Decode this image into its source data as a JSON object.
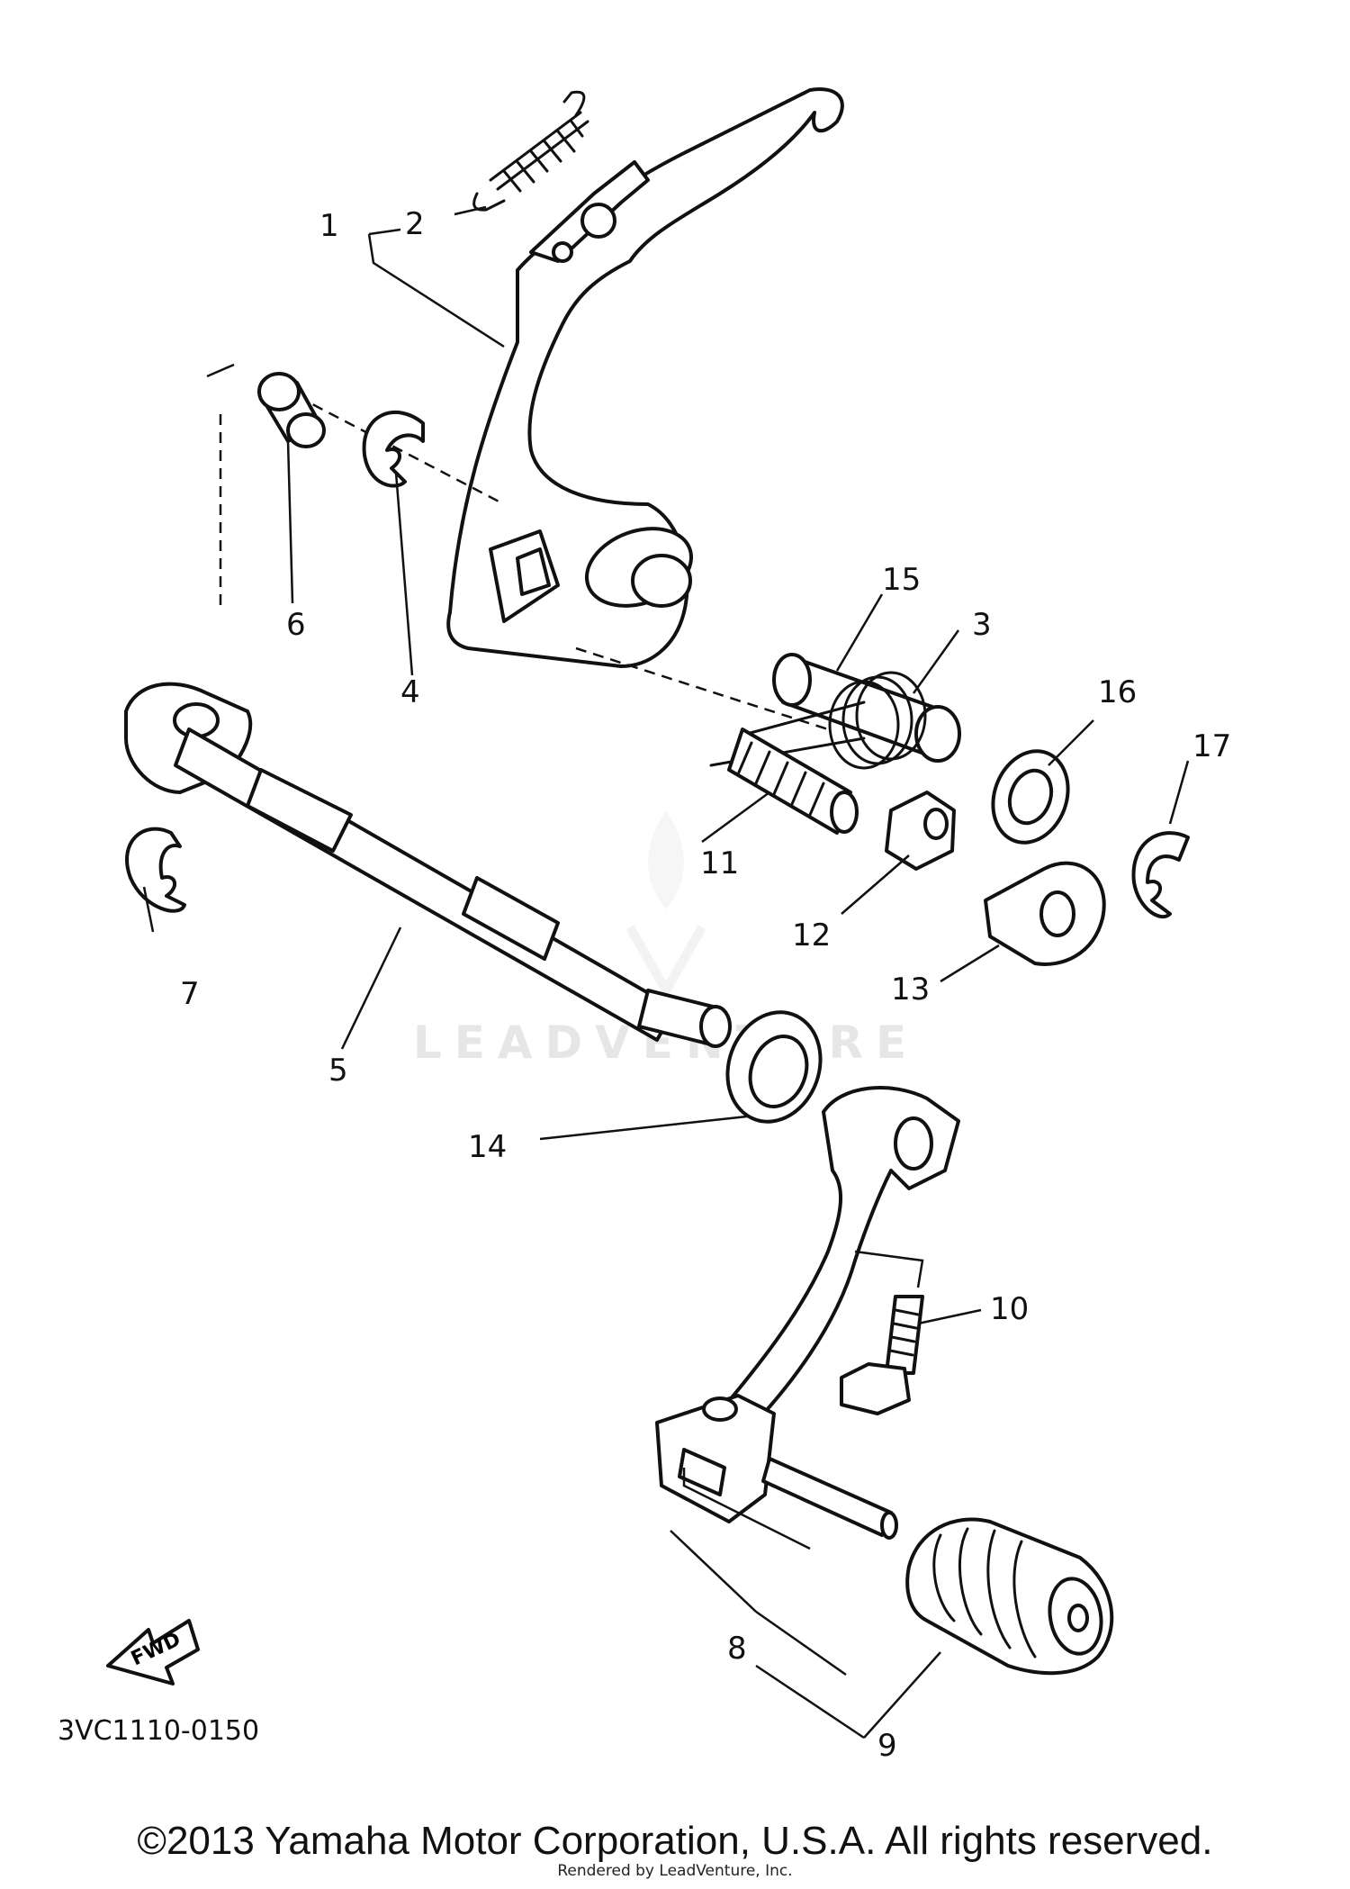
{
  "diagram": {
    "callouts": [
      {
        "id": "1",
        "label": "1"
      },
      {
        "id": "2",
        "label": "2"
      },
      {
        "id": "3",
        "label": "3"
      },
      {
        "id": "4",
        "label": "4"
      },
      {
        "id": "5",
        "label": "5"
      },
      {
        "id": "6",
        "label": "6"
      },
      {
        "id": "7",
        "label": "7"
      },
      {
        "id": "8",
        "label": "8"
      },
      {
        "id": "9",
        "label": "9"
      },
      {
        "id": "10",
        "label": "10"
      },
      {
        "id": "11",
        "label": "11"
      },
      {
        "id": "12",
        "label": "12"
      },
      {
        "id": "13",
        "label": "13"
      },
      {
        "id": "14",
        "label": "14"
      },
      {
        "id": "15",
        "label": "15"
      },
      {
        "id": "16",
        "label": "16"
      },
      {
        "id": "17",
        "label": "17"
      }
    ],
    "fwd_label": "FWD",
    "drawing_code": "3VC1110-0150",
    "watermark_text": "LEADVENTURE"
  },
  "footer": {
    "copyright": "©2013 Yamaha Motor Corporation, U.S.A. All rights reserved.",
    "rendered_by": "Rendered by LeadVenture, Inc."
  }
}
